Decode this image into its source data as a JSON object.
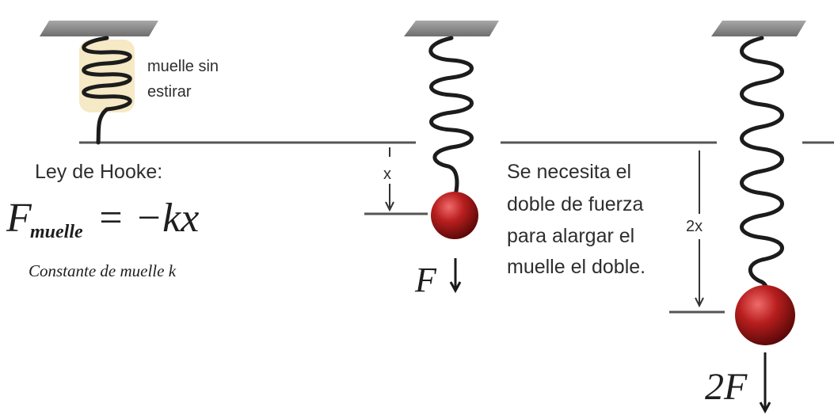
{
  "labels": {
    "unstretched": [
      "muelle sin",
      "estirar"
    ],
    "law_title": "Ley de Hooke:",
    "formula_f": "F",
    "formula_sub": "muelle",
    "formula_rhs": "= −kx",
    "constant_caption": "Constante de muelle k",
    "x_label": "x",
    "two_x_label": "2x",
    "force_label": "F",
    "double_force_label": "2F",
    "explanation": [
      "Se necesita el",
      "doble de fuerza",
      "para alargar el",
      "muelle el doble."
    ]
  },
  "colors": {
    "ceiling": "#8c8c8c",
    "spring_fill": "#f3e3b8",
    "ball": "#a11a1a",
    "ball_highlight": "#e06060",
    "text": "#2e2e2e"
  }
}
